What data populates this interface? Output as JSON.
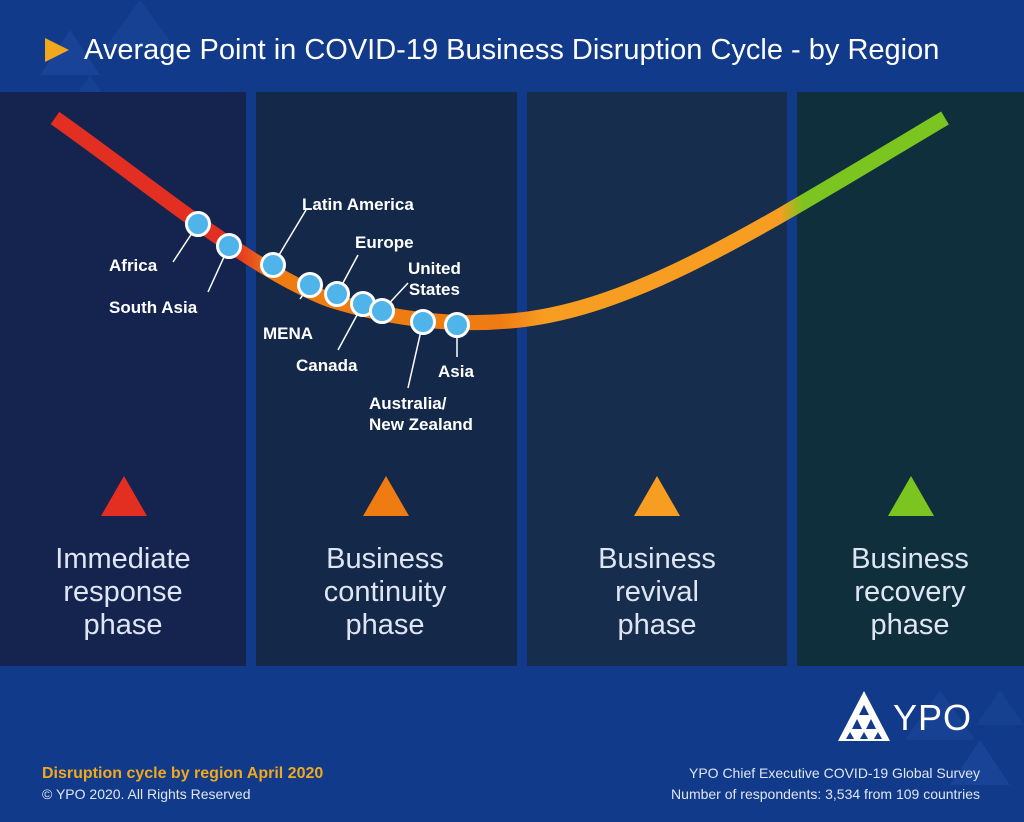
{
  "title": "Average Point in COVID-19 Business Disruption Cycle - by Region",
  "colors": {
    "background": "#123a8a",
    "immediate": "#e32f22",
    "continuity": "#ef7c12",
    "revival": "#f79d21",
    "recovery": "#7cc520",
    "marker": "#4fb4ea",
    "accent": "#f2a81d"
  },
  "phases": [
    {
      "label": "Immediate\nresponse\nphase",
      "color": "#e32f22"
    },
    {
      "label": "Business\ncontinuity\nphase",
      "color": "#ef7c12"
    },
    {
      "label": "Business\nrevival\nphase",
      "color": "#f79d21"
    },
    {
      "label": "Business\nrecovery\nphase",
      "color": "#7cc520"
    }
  ],
  "regions": [
    {
      "name": "Africa"
    },
    {
      "name": "South Asia"
    },
    {
      "name": "Latin America"
    },
    {
      "name": "MENA"
    },
    {
      "name": "Europe"
    },
    {
      "name": "Canada"
    },
    {
      "name": "United\nStates"
    },
    {
      "name": "Australia/\nNew Zealand"
    },
    {
      "name": "Asia"
    }
  ],
  "logo": {
    "text": "YPO"
  },
  "footer": {
    "caption": "Disruption cycle by region April 2020",
    "copyright": "© YPO 2020. All Rights Reserved",
    "survey": "YPO Chief Executive COVID-19 Global Survey",
    "respondents": "Number of respondents: 3,534 from 109 countries"
  }
}
